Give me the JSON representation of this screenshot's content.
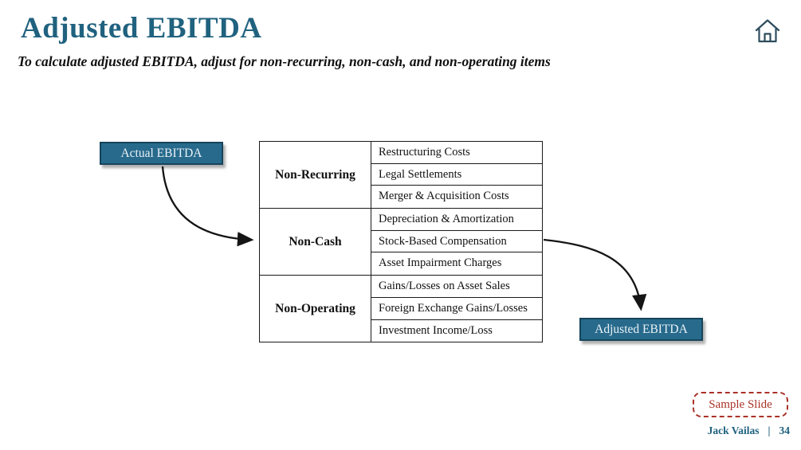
{
  "slide": {
    "title": "Adjusted EBITDA",
    "subtitle": "To calculate adjusted EBITDA, adjust for non-recurring, non-cash, and non-operating items"
  },
  "flow": {
    "start_label": "Actual EBITDA",
    "end_label": "Adjusted EBITDA"
  },
  "table": {
    "groups": [
      {
        "category": "Non-Recurring",
        "items": [
          "Restructuring Costs",
          "Legal Settlements",
          "Merger & Acquisition Costs"
        ]
      },
      {
        "category": "Non-Cash",
        "items": [
          "Depreciation & Amortization",
          "Stock-Based Compensation",
          "Asset Impairment Charges"
        ]
      },
      {
        "category": "Non-Operating",
        "items": [
          "Gains/Losses on Asset Sales",
          "Foreign Exchange Gains/Losses",
          "Investment Income/Loss"
        ]
      }
    ]
  },
  "badge": {
    "label": "Sample Slide"
  },
  "footer": {
    "author": "Jack Vailas",
    "separator": "|",
    "page_number": "34"
  },
  "icons": {
    "home": "home-icon"
  },
  "colors": {
    "accent_teal": "#20627F",
    "button_fill": "#276A8C",
    "button_border": "#16445C",
    "badge_red": "#A93226",
    "line_black": "#1a1a1a"
  }
}
